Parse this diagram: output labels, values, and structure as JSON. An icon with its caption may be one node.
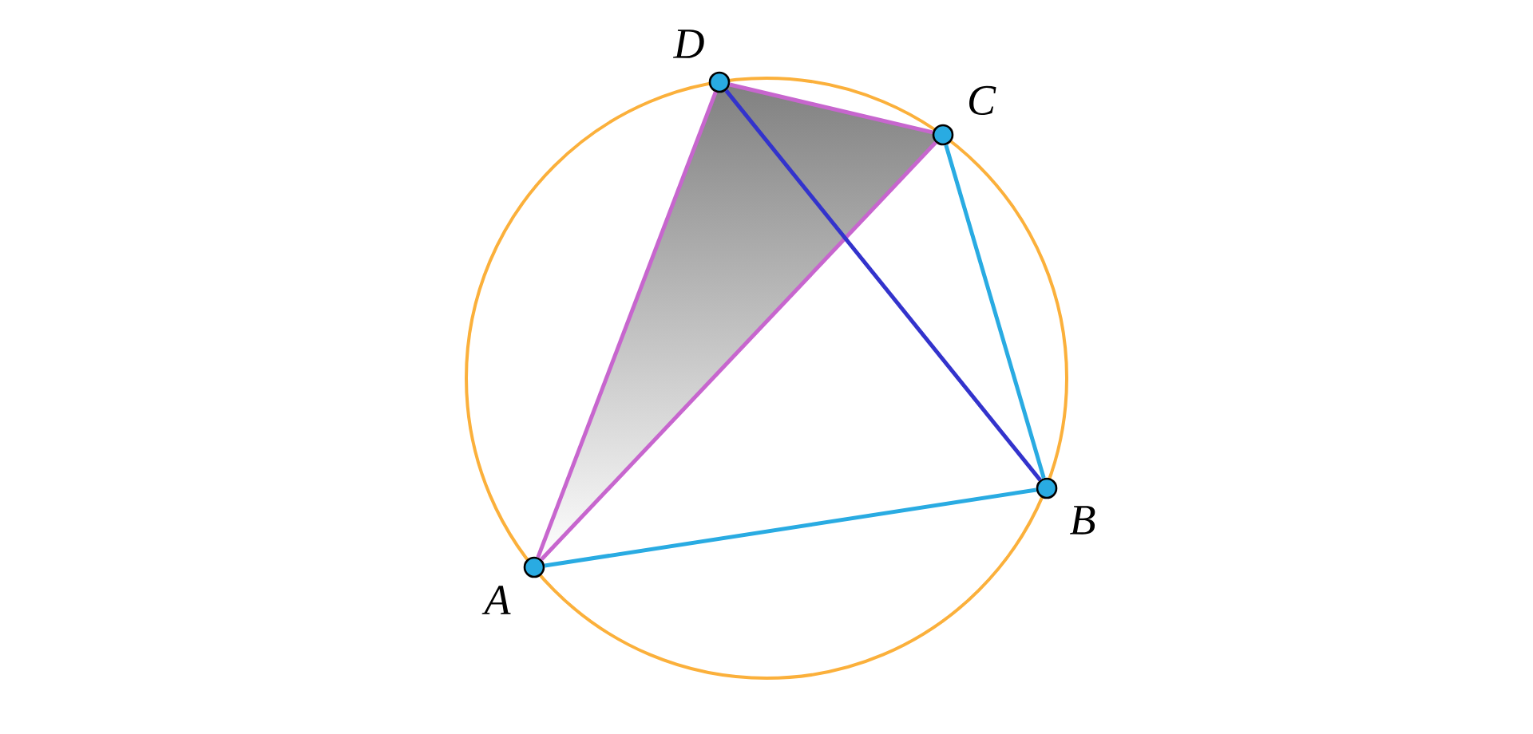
{
  "diagram": {
    "nodes": [
      {
        "text": [
          "A"
        ]
      },
      {
        "text": [
          "B"
        ]
      },
      {
        "text": [
          "C"
        ]
      },
      {
        "text": [
          "D"
        ]
      }
    ],
    "edges": [
      {
        "from": 0,
        "to": 1,
        "arrow": "none",
        "color": "#29abe2"
      },
      {
        "from": 1,
        "to": 2,
        "arrow": "none",
        "color": "#29abe2"
      },
      {
        "from": 2,
        "to": 3,
        "arrow": "none",
        "color": "#c766ce"
      },
      {
        "from": 3,
        "to": 0,
        "arrow": "none",
        "color": "#c766ce"
      },
      {
        "from": 0,
        "to": 2,
        "arrow": "none",
        "color": "#c766ce"
      },
      {
        "from": 3,
        "to": 1,
        "arrow": "none",
        "color": "#3333cc"
      }
    ]
  }
}
